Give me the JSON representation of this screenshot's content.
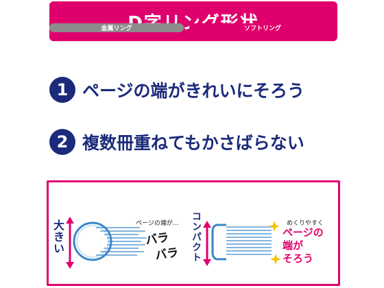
{
  "title": "D字リング形状",
  "points": [
    {
      "number": "1",
      "text": "ページの端がきれいにそろう"
    },
    {
      "number": "2",
      "text": "複数冊重ねてもかさばらない"
    }
  ],
  "comparison": {
    "metal": {
      "header": "金属リング",
      "side_label": "大きい",
      "note": "ページの端が…",
      "result_1": "バラ",
      "result_2": "バラ"
    },
    "soft": {
      "header": "ソフトリング",
      "side_label": "コンパクト",
      "note": "めくりやすく",
      "result_1": "ページの",
      "result_2": "端が",
      "result_3": "そろう"
    }
  },
  "colors": {
    "accent": "#e0006d",
    "navy": "#1b2a7a",
    "ring_blue": "#3a86c8",
    "gray": "#8c8c8c"
  }
}
